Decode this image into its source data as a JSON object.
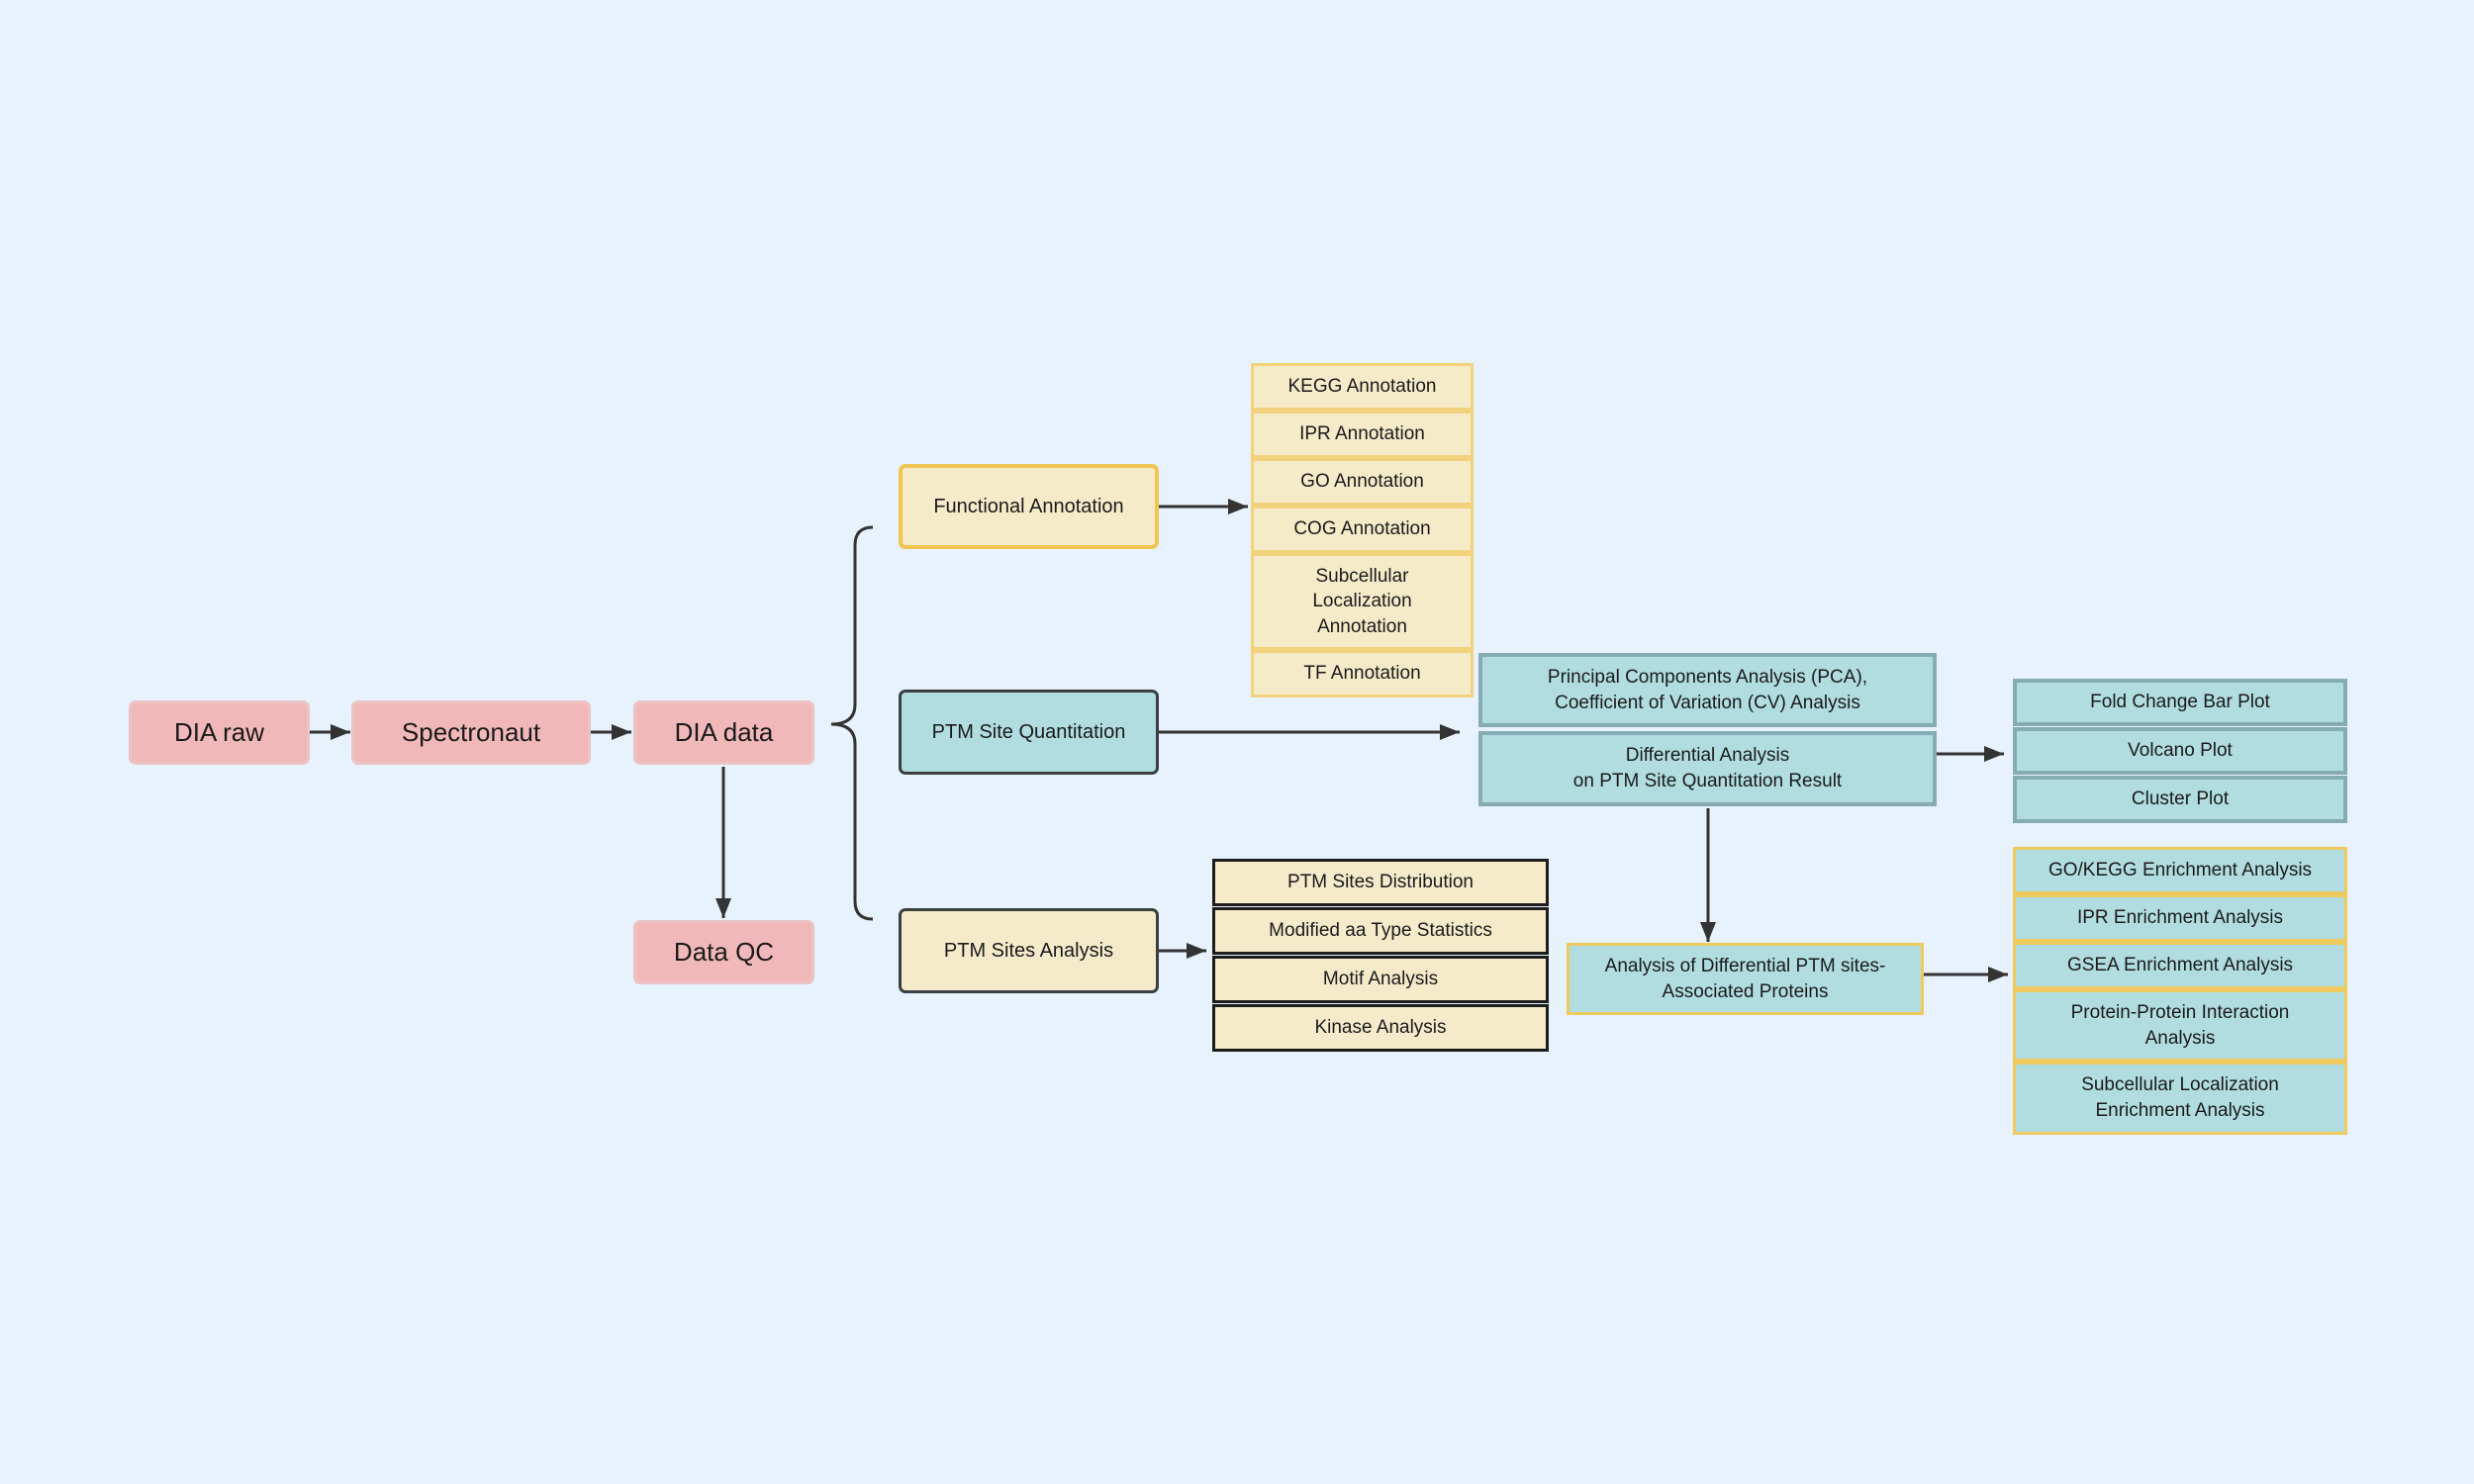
{
  "pipeline": {
    "dia_raw": "DIA raw",
    "spectronaut": "Spectronaut",
    "dia_data": "DIA data",
    "data_qc": "Data QC"
  },
  "branches": {
    "functional_annotation": "Functional Annotation",
    "ptm_site_quantitation": "PTM Site Quantitation",
    "ptm_sites_analysis": "PTM Sites Analysis"
  },
  "annotations": [
    "KEGG Annotation",
    "IPR Annotation",
    "GO Annotation",
    "COG Annotation",
    "Subcellular\nLocalization\nAnnotation",
    "TF Annotation"
  ],
  "quantitation": {
    "pca_cv": "Principal Components Analysis (PCA),\nCoefficient of Variation (CV) Analysis",
    "differential": "Differential Analysis\non PTM Site Quantitation Result"
  },
  "plots": [
    "Fold Change Bar Plot",
    "Volcano Plot",
    "Cluster Plot"
  ],
  "site_analyses": [
    "PTM Sites Distribution",
    "Modified aa Type Statistics",
    "Motif Analysis",
    "Kinase Analysis"
  ],
  "associated_proteins": "Analysis of Differential PTM sites-\nAssociated Proteins",
  "enrichment": [
    "GO/KEGG Enrichment Analysis",
    "IPR Enrichment Analysis",
    "GSEA Enrichment Analysis",
    "Protein-Protein Interaction\nAnalysis",
    "Subcellular Localization\nEnrichment Analysis"
  ],
  "colors": {
    "background": "#e8f2fd",
    "pipeline_fill": "#f1b8b9",
    "teal_fill": "#b1dde0",
    "cream_fill": "#f6ebc9",
    "gold_border": "#f0c552",
    "arrow": "#333333"
  }
}
